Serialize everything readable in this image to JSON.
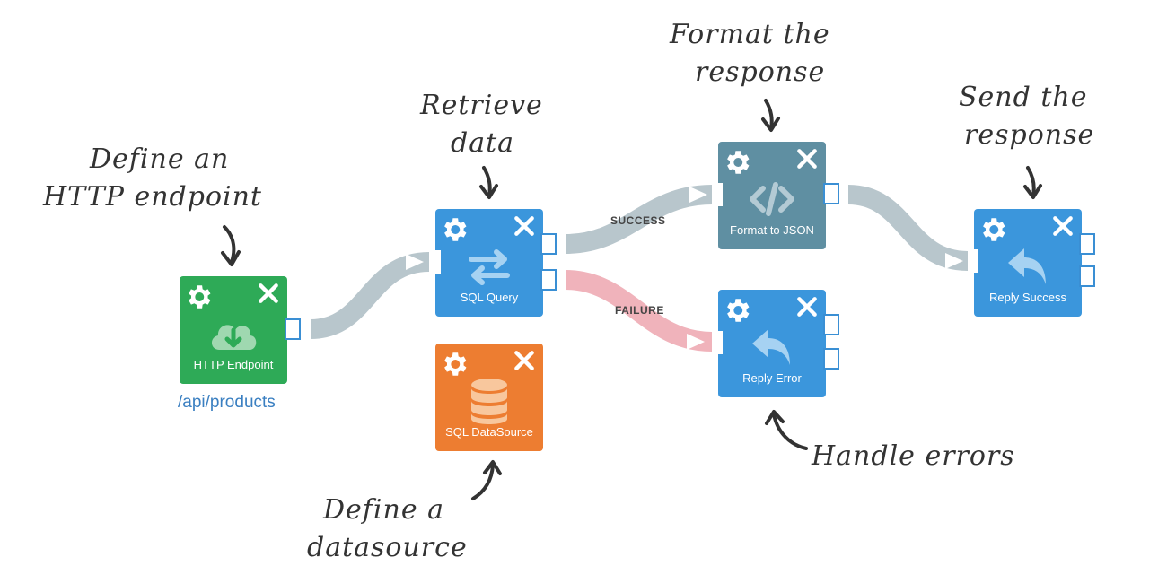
{
  "nodes": {
    "http_endpoint": {
      "label": "HTTP Endpoint",
      "url": "/api/products",
      "color": "#2eaa57",
      "icon": "cloud-download-icon"
    },
    "sql_query": {
      "label": "SQL Query",
      "color": "#3b96dc",
      "icon": "swap-arrows-icon"
    },
    "sql_datasource": {
      "label": "SQL DataSource",
      "color": "#ed7d31",
      "icon": "database-icon"
    },
    "format_json": {
      "label": "Format to JSON",
      "color": "#5f8fa2",
      "icon": "code-icon"
    },
    "reply_error": {
      "label": "Reply Error",
      "color": "#3b96dc",
      "icon": "reply-arrow-icon"
    },
    "reply_success": {
      "label": "Reply Success",
      "color": "#3b96dc",
      "icon": "reply-arrow-icon"
    }
  },
  "routes": {
    "success": "SUCCESS",
    "failure": "FAILURE"
  },
  "annotations": {
    "endpoint": [
      "Define an",
      "HTTP endpoint"
    ],
    "retrieve": [
      "Retrieve",
      "data"
    ],
    "format": [
      "Format the",
      "response"
    ],
    "send": [
      "Send the",
      "response"
    ],
    "errors": [
      "Handle errors"
    ],
    "datasource": [
      "Define a",
      "datasource"
    ]
  },
  "colors": {
    "connector": "#b8c6cc",
    "failure_connector": "#f0b3bb",
    "port_border": "#3a8fd4",
    "annotation_text": "#333333"
  }
}
